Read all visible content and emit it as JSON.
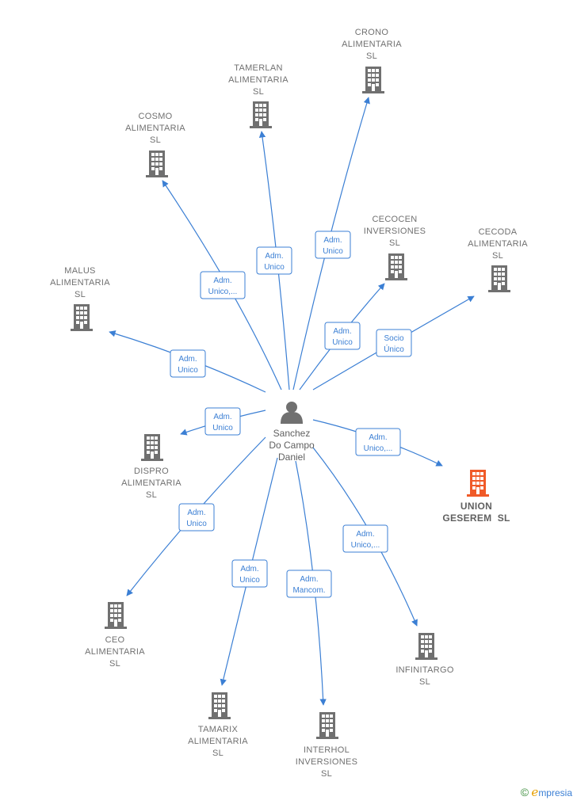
{
  "center": {
    "name": [
      "Sanchez",
      "Do Campo",
      "Daniel"
    ],
    "icon": "person-icon"
  },
  "colors": {
    "edge": "#3b7fd4",
    "company": "#707070",
    "highlight": "#f05a28"
  },
  "nodes": [
    {
      "id": "crono",
      "label": [
        "CRONO",
        "ALIMENTARIA",
        "SL"
      ],
      "relation": [
        "Adm.",
        "Unico"
      ],
      "highlight": false
    },
    {
      "id": "tamerlan",
      "label": [
        "TAMERLAN",
        "ALIMENTARIA",
        "SL"
      ],
      "relation": [
        "Adm.",
        "Unico"
      ],
      "highlight": false
    },
    {
      "id": "cosmo",
      "label": [
        "COSMO",
        "ALIMENTARIA",
        "SL"
      ],
      "relation": [
        "Adm.",
        "Unico,..."
      ],
      "highlight": false
    },
    {
      "id": "cecocen",
      "label": [
        "CECOCEN",
        "INVERSIONES",
        "SL"
      ],
      "relation": [
        "Adm.",
        "Unico"
      ],
      "highlight": false
    },
    {
      "id": "cecoda",
      "label": [
        "CECODA",
        "ALIMENTARIA",
        "SL"
      ],
      "relation": [
        "Socio",
        "Único"
      ],
      "highlight": false
    },
    {
      "id": "malus",
      "label": [
        "MALUS",
        "ALIMENTARIA",
        "SL"
      ],
      "relation": [
        "Adm.",
        "Unico"
      ],
      "highlight": false
    },
    {
      "id": "dispro",
      "label": [
        "DISPRO",
        "ALIMENTARIA",
        "SL"
      ],
      "relation": [
        "Adm.",
        "Unico"
      ],
      "highlight": false
    },
    {
      "id": "union",
      "label": [
        "UNION",
        "GESEREM  SL"
      ],
      "relation": [
        "Adm.",
        "Unico,..."
      ],
      "highlight": true
    },
    {
      "id": "ceo",
      "label": [
        "CEO",
        "ALIMENTARIA",
        "SL"
      ],
      "relation": [
        "Adm.",
        "Unico"
      ],
      "highlight": false
    },
    {
      "id": "infinitargo",
      "label": [
        "INFINITARGO",
        "SL"
      ],
      "relation": [
        "Adm.",
        "Unico,..."
      ],
      "highlight": false
    },
    {
      "id": "tamarix",
      "label": [
        "TAMARIX",
        "ALIMENTARIA",
        "SL"
      ],
      "relation": [
        "Adm.",
        "Unico"
      ],
      "highlight": false
    },
    {
      "id": "interhol",
      "label": [
        "INTERHOL",
        "INVERSIONES",
        "SL"
      ],
      "relation": [
        "Adm.",
        "Mancom."
      ],
      "highlight": false
    }
  ],
  "footer": {
    "copyright": "©",
    "brand_initial": "e",
    "brand_rest": "mpresia"
  }
}
